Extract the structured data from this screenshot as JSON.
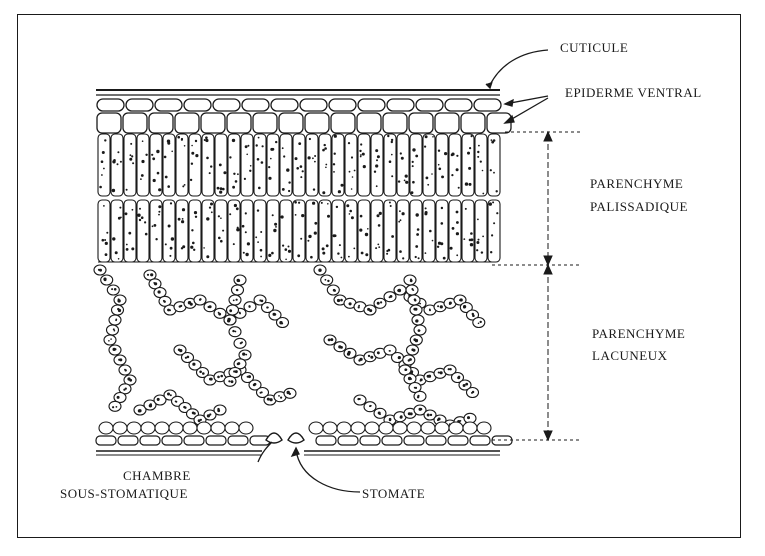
{
  "labels": {
    "cuticule": "CUTICULE",
    "epiderme_ventral": "EPIDERME VENTRAL",
    "parenchyme_palissadique_1": "PARENCHYME",
    "parenchyme_palissadique_2": "PALISSADIQUE",
    "parenchyme_lacuneux_1": "PARENCHYME",
    "parenchyme_lacuneux_2": "LACUNEUX",
    "chambre_1": "CHAMBRE",
    "chambre_2": "SOUS-STOMATIQUE",
    "stomate": "STOMATE"
  },
  "colors": {
    "ink": "#1a1a1a",
    "paper": "#ffffff"
  }
}
